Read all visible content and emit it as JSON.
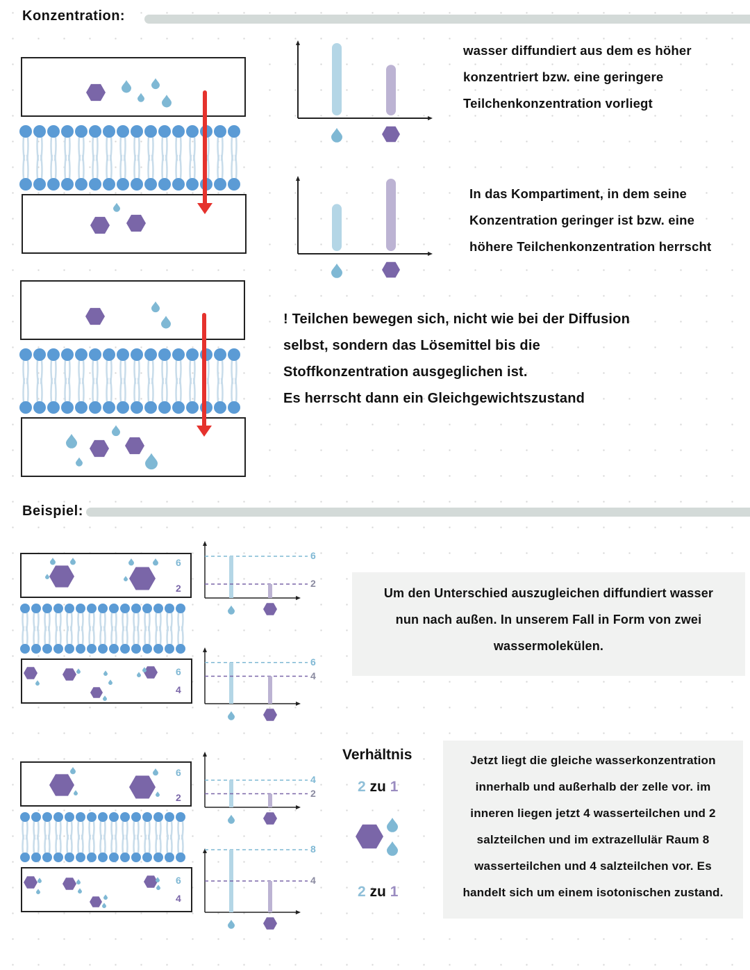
{
  "section1": {
    "heading": "Konzentration:",
    "text1": [
      "wasser diffundiert aus dem es höher",
      "konzentriert bzw. eine geringere",
      "Teilchenkonzentration vorliegt"
    ],
    "text2": [
      "In das Kompartiment, in dem seine",
      "Konzentration geringer ist bzw. eine",
      "höhere Teilchenkonzentration herrscht"
    ],
    "text3": [
      "! Teilchen bewegen sich, nicht wie bei der Diffusion",
      "selbst, sondern das Lösemittel bis die",
      "Stoffkonzentration ausgeglichen ist.",
      "Es herrscht dann ein Gleichgewichtszustand"
    ]
  },
  "section2": {
    "heading": "Beispiel:",
    "box1": [
      "Um den Unterschied auszugleichen diffundiert wasser",
      "nun nach außen. In unserem Fall in Form von zwei",
      "wassermolekülen."
    ],
    "ratio_title": "Verhältnis",
    "ratio_top": {
      "left": "2",
      "mid": "zu",
      "right": "1"
    },
    "ratio_bottom": {
      "left": "2",
      "mid": "zu",
      "right": "1"
    },
    "box2": [
      "Jetzt liegt die gleiche wasserkonzentration",
      "innerhalb und außerhalb der zelle vor. im",
      "inneren liegen jetzt 4 wasserteilchen und 2",
      "salzteilchen und im extrazellulär Raum 8",
      "wasserteilchen und 4 salzteilchen vor. Es",
      "handelt sich um einem isotonischen zustand."
    ],
    "labels": {
      "d1_top": "6",
      "d1_bot": "2",
      "d2_top": "6",
      "d2_bot": "4",
      "d3_top": "6",
      "d3_bot": "2",
      "d4_top": "6",
      "d4_bot": "4",
      "c1_a": "6",
      "c1_b": "2",
      "c2_a": "6",
      "c2_b": "4",
      "c3_a": "4",
      "c3_b": "2",
      "c4_a": "8",
      "c4_b": "4"
    }
  },
  "colors": {
    "water": "#7fb8d4",
    "salt": "#7a66a8",
    "arrow": "#e5322d",
    "lipid_head": "#5b9bd5",
    "lipid_tail": "#c8dcea",
    "bar_water": "#b4d6e6",
    "bar_salt": "#bcb3d3"
  },
  "chart_data": [
    {
      "type": "bar",
      "categories": [
        "water",
        "salt"
      ],
      "values": [
        100,
        70
      ]
    },
    {
      "type": "bar",
      "categories": [
        "water",
        "salt"
      ],
      "values": [
        65,
        100
      ]
    },
    {
      "type": "bar",
      "categories": [
        "water",
        "salt"
      ],
      "values": [
        6,
        2
      ],
      "ylim": [
        0,
        8
      ]
    },
    {
      "type": "bar",
      "categories": [
        "water",
        "salt"
      ],
      "values": [
        6,
        4
      ],
      "ylim": [
        0,
        8
      ]
    },
    {
      "type": "bar",
      "categories": [
        "water",
        "salt"
      ],
      "values": [
        4,
        2
      ],
      "ylim": [
        0,
        8
      ]
    },
    {
      "type": "bar",
      "categories": [
        "water",
        "salt"
      ],
      "values": [
        8,
        4
      ],
      "ylim": [
        0,
        8
      ]
    }
  ]
}
